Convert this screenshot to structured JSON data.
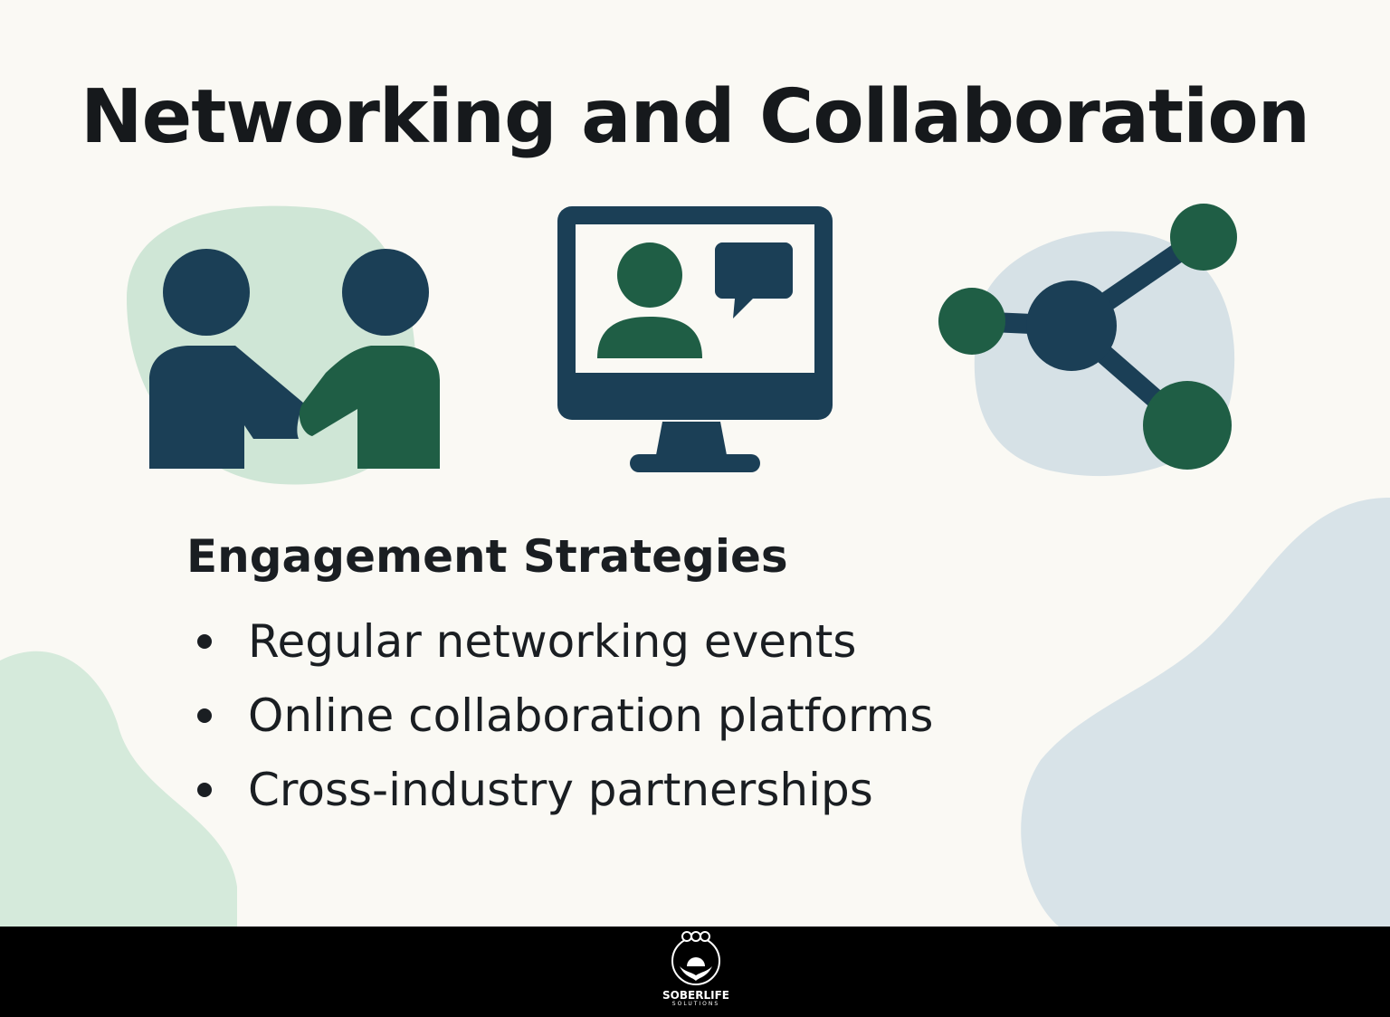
{
  "title": "Networking and Collaboration",
  "icons": [
    "handshake-icon",
    "video-call-monitor-icon",
    "share-network-icon"
  ],
  "section": {
    "heading": "Engagement Strategies",
    "items": [
      "Regular networking events",
      "Online collaboration platforms",
      "Cross-industry partnerships"
    ]
  },
  "footer": {
    "logo_name": "SOBERLIFE",
    "logo_sub": "SOLUTIONS"
  },
  "colors": {
    "navy": "#1b3f56",
    "green": "#1f5e45",
    "light_green": "#cfe6d6",
    "light_blue": "#d6e1e6",
    "background": "#faf9f4"
  }
}
